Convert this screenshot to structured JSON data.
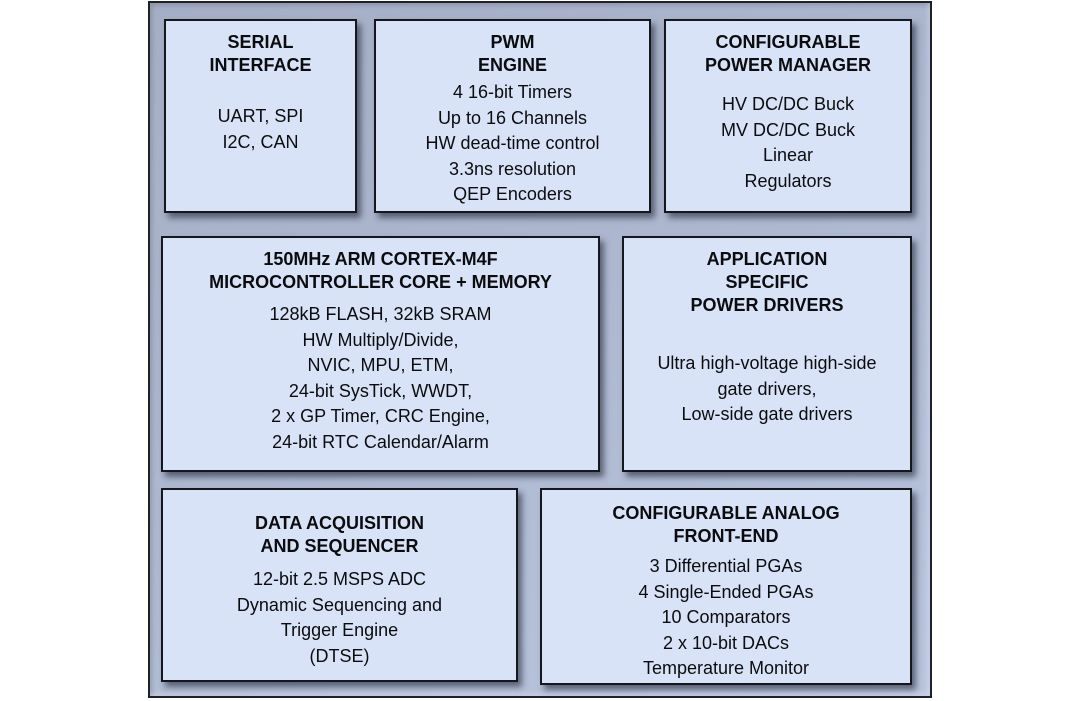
{
  "colors": {
    "page_background": "#ffffff",
    "outer_fill_top": "#a4aec5",
    "outer_fill_mid": "#aeb9d1",
    "outer_fill_bottom": "#bac6df",
    "outer_border": "#1e2126",
    "block_fill": "#d9e3f8",
    "block_border": "#15171c",
    "text": "#0c0c0e"
  },
  "diagram": {
    "blocks": [
      {
        "id": "serial-interface",
        "title": [
          "SERIAL",
          "INTERFACE"
        ],
        "body": [
          "UART, SPI",
          "I2C, CAN"
        ]
      },
      {
        "id": "pwm-engine",
        "title": [
          "PWM",
          "ENGINE"
        ],
        "body": [
          "4 16-bit Timers",
          "Up to 16 Channels",
          "HW dead-time control",
          "3.3ns resolution",
          "QEP Encoders"
        ]
      },
      {
        "id": "configurable-power-manager",
        "title": [
          "CONFIGURABLE",
          "POWER MANAGER"
        ],
        "body": [
          "HV DC/DC Buck",
          "MV DC/DC Buck",
          "Linear",
          "Regulators"
        ]
      },
      {
        "id": "microcontroller-core",
        "title": [
          "150MHz ARM CORTEX-M4F",
          "MICROCONTROLLER CORE + MEMORY"
        ],
        "body": [
          "128kB FLASH, 32kB SRAM",
          "HW Multiply/Divide,",
          "NVIC, MPU, ETM,",
          "24-bit SysTick, WWDT,",
          "2 x GP Timer, CRC Engine,",
          "24-bit RTC Calendar/Alarm"
        ]
      },
      {
        "id": "application-specific-power-drivers",
        "title": [
          "APPLICATION",
          "SPECIFIC",
          "POWER DRIVERS"
        ],
        "body": [
          "Ultra high-voltage high-side",
          "gate drivers,",
          "Low-side gate drivers"
        ]
      },
      {
        "id": "data-acquisition-and-sequencer",
        "title": [
          "DATA ACQUISITION",
          "AND SEQUENCER"
        ],
        "body": [
          "12-bit 2.5 MSPS ADC",
          "Dynamic Sequencing and",
          "Trigger Engine",
          "(DTSE)"
        ]
      },
      {
        "id": "configurable-analog-front-end",
        "title": [
          "CONFIGURABLE ANALOG",
          "FRONT-END"
        ],
        "body": [
          "3 Differential PGAs",
          "4 Single-Ended PGAs",
          "10 Comparators",
          "2 x 10-bit DACs",
          "Temperature Monitor"
        ]
      }
    ]
  }
}
